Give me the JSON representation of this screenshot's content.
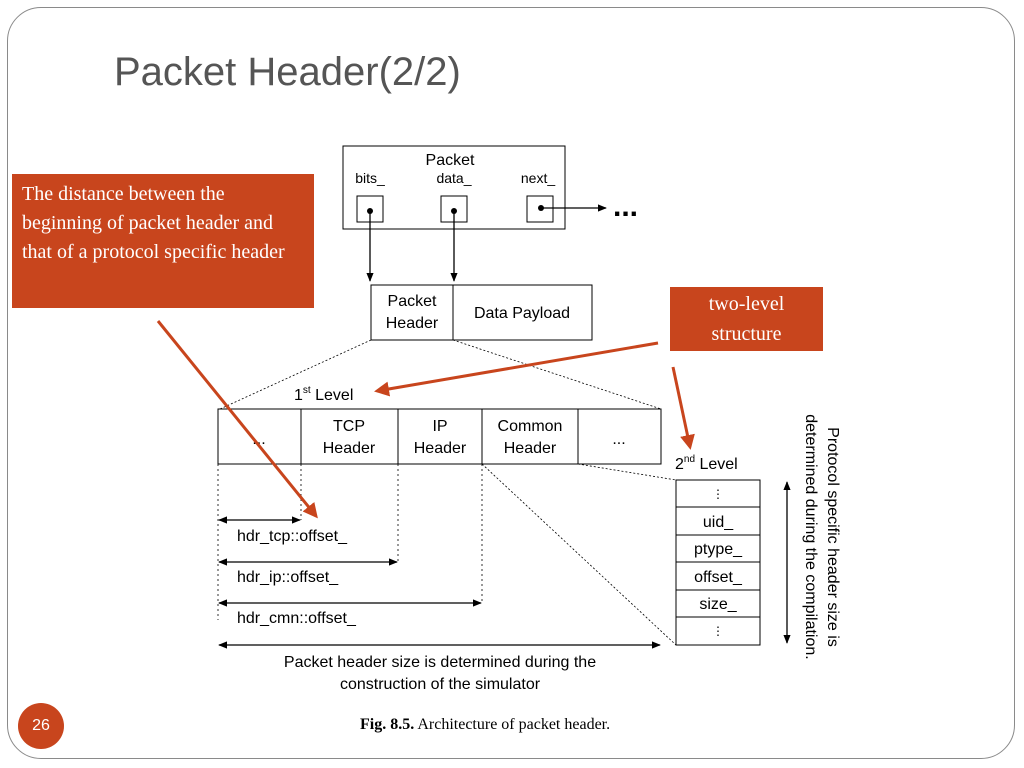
{
  "slide": {
    "title": "Packet Header(2/2)",
    "page_number": "26"
  },
  "callouts": {
    "distance": "The distance between the beginning of packet header and that of a protocol specific header",
    "two_level": "two-level structure"
  },
  "diagram": {
    "packet_title": "Packet",
    "fields": [
      "bits_",
      "data_",
      "next_"
    ],
    "ellipsis": "...",
    "header_box": [
      "Packet",
      "Header"
    ],
    "payload_box": "Data Payload",
    "level1": {
      "number": "1",
      "sup": "st",
      "word": " Level"
    },
    "level1_cells": [
      {
        "lines": [
          "..."
        ]
      },
      {
        "lines": [
          "TCP",
          "Header"
        ]
      },
      {
        "lines": [
          "IP",
          "Header"
        ]
      },
      {
        "lines": [
          "Common",
          "Header"
        ]
      },
      {
        "lines": [
          "..."
        ]
      }
    ],
    "level2": {
      "number": "2",
      "sup": "nd",
      "word": " Level"
    },
    "level2_cells": [
      "⋮",
      "uid_",
      "ptype_",
      "offset_",
      "size_",
      "⋮"
    ],
    "offsets": [
      "hdr_tcp::offset_",
      "hdr_ip::offset_",
      "hdr_cmn::offset_"
    ],
    "size_note": [
      "Packet header size is determined during the",
      "construction of the simulator"
    ],
    "vertical_note": [
      "Protocol specific header size is",
      "determined during the compilation."
    ],
    "caption_label": "Fig. 8.5.",
    "caption_text": " Architecture of packet header."
  },
  "colors": {
    "accent": "#c8451d",
    "title": "#555555",
    "line": "#000000"
  }
}
